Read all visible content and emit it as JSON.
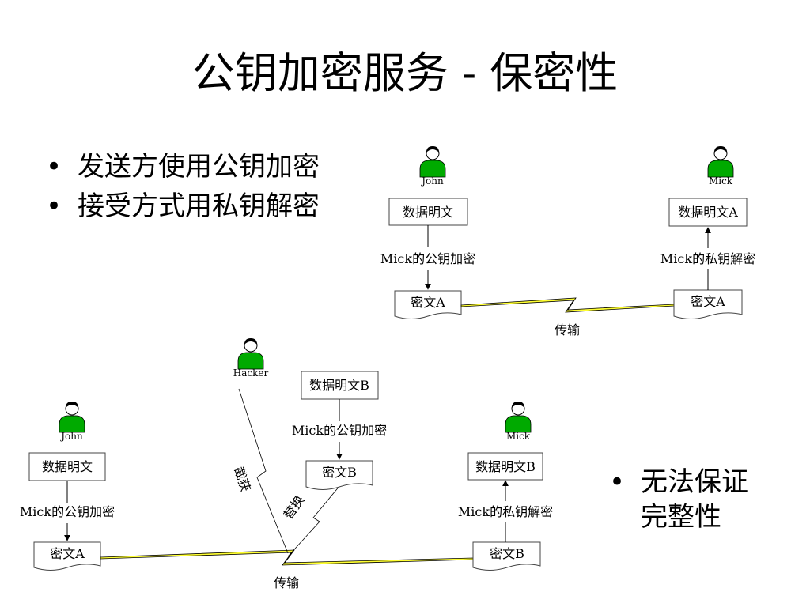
{
  "title": "公钥加密服务 - 保密性",
  "bullets": [
    "发送方使用公钥加密",
    "接受方式用私钥解密"
  ],
  "bullet_right": [
    "无法保证",
    "完整性"
  ],
  "bullet_char": "•",
  "colors": {
    "person": "#00aa00",
    "lightning": "#ffff33",
    "box_border": "#666666"
  },
  "top": {
    "sender": "John",
    "receiver": "Mick",
    "sender_box": "数据明文",
    "receiver_box": "数据明文A",
    "encrypt_label": "Mick的公钥加密",
    "decrypt_label": "Mick的私钥解密",
    "cipher_left": "密文A",
    "cipher_right": "密文A",
    "transfer": "传输"
  },
  "bottom": {
    "hacker": "Hacker",
    "sender": "John",
    "receiver": "Mick",
    "sender_box": "数据明文",
    "hacker_box": "数据明文B",
    "receiver_box": "数据明文B",
    "encrypt_label": "Mick的公钥加密",
    "hacker_encrypt_label": "Mick的公钥加密",
    "decrypt_label": "Mick的私钥解密",
    "cipher_left": "密文A",
    "cipher_hacker": "密文B",
    "cipher_right": "密文B",
    "intercept": "截获",
    "replace": "替换",
    "transfer": "传输"
  }
}
